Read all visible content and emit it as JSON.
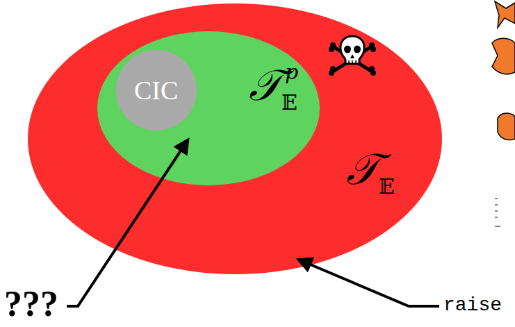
{
  "diagram": {
    "nodes": [
      {
        "text": [
          "𝒯𝔼"
        ]
      },
      {
        "text": [
          "𝒯𝔼p"
        ],
        "in": 0
      },
      {
        "text": [
          "CIC"
        ],
        "in": 1
      }
    ],
    "labels": [
      "???",
      "raise"
    ]
  }
}
